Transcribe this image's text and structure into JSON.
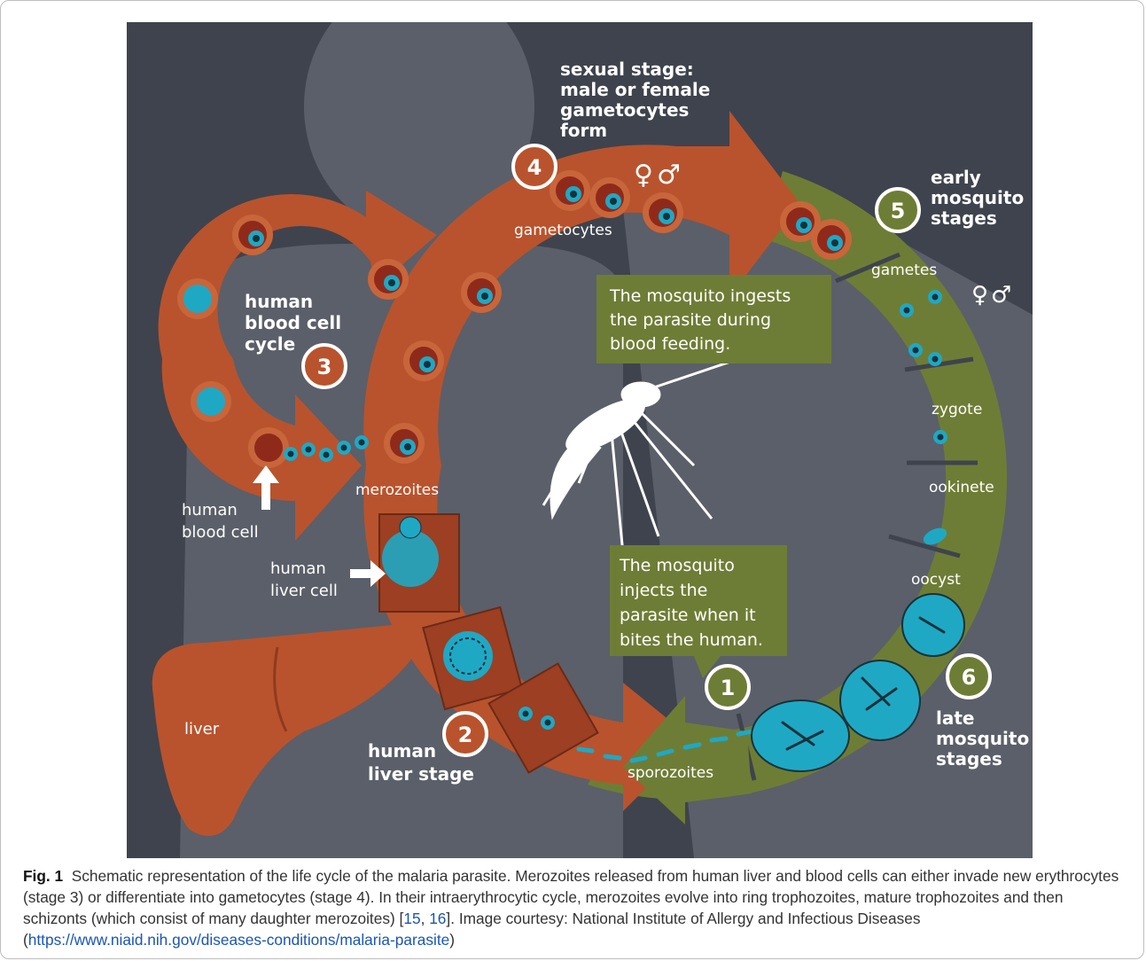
{
  "figure": {
    "labels": {
      "sexual_stage": [
        "sexual stage:",
        "male or female",
        "gametocytes",
        "form"
      ],
      "gametocytes": "gametocytes",
      "early_mosquito": [
        "early",
        "mosquito",
        "stages"
      ],
      "gametes": "gametes",
      "zygote": "zygote",
      "ookinete": "ookinete",
      "oocyst": "oocyst",
      "late_mosquito": [
        "late",
        "mosquito",
        "stages"
      ],
      "sporozoites": "sporozoites",
      "human_liver_stage": [
        "human",
        "liver stage"
      ],
      "liver": "liver",
      "human_liver_cell": [
        "human",
        "liver cell"
      ],
      "human_blood_cell": [
        "human",
        "blood cell"
      ],
      "merozoites": "merozoites",
      "human_blood_cell_cycle": [
        "human",
        "blood cell",
        "cycle"
      ],
      "ingests_box": [
        "The mosquito ingests",
        "the parasite during",
        "blood feeding."
      ],
      "injects_box": [
        "The mosquito",
        "injects the",
        "parasite when it",
        "bites the human."
      ]
    },
    "stage_numbers": [
      "1",
      "2",
      "3",
      "4",
      "5",
      "6"
    ],
    "symbols": {
      "female": "♀",
      "male": "♂"
    },
    "colors": {
      "background": "#3f434d",
      "human_arrow": "#b9532d",
      "mosquito_arrow": "#6e7d35",
      "text_box": "#6e7d35",
      "parasite": "#1fa8c4",
      "red_cell": "#8f2a1b",
      "silhouette": "#ffffff"
    },
    "icons": [
      "mosquito-silhouette",
      "human-silhouette",
      "liver-organ",
      "female-symbol",
      "male-symbol"
    ]
  },
  "caption": {
    "label": "Fig. 1",
    "text_before_refs": "Schematic representation of the life cycle of the malaria parasite. Merozoites released from human liver and blood cells can either invade new erythrocytes (stage 3) or differentiate into gametocytes (stage 4). In their intraerythrocytic cycle, merozoites evolve into ring trophozoites, mature trophozoites and then schizonts (which consist of many daughter merozoites) [",
    "ref1": "15",
    "ref_sep": ", ",
    "ref2": "16",
    "text_after_refs": "]. Image courtesy: National Institute of Allergy and Infectious Diseases (",
    "link": "https://www.niaid.nih.gov/diseases-conditions/malaria-parasite",
    "close": ")"
  }
}
